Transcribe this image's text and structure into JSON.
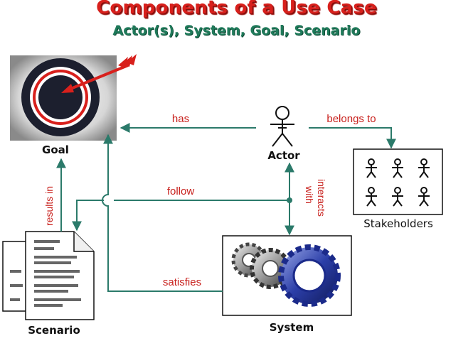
{
  "title": "Components of a Use Case",
  "subtitle": "Actor(s), System, Goal, Scenario",
  "nodes": {
    "goal": "Goal",
    "actor": "Actor",
    "stakeholders": "Stakeholders",
    "scenario": "Scenario",
    "system": "System"
  },
  "relations": {
    "has": "has",
    "belongs_to": "belongs to",
    "results_in": "results in",
    "follow": "follow",
    "interacts_with_1": "interacts",
    "interacts_with_2": "with",
    "satisfies": "satisfies"
  },
  "colors": {
    "title": "#d8201c",
    "subtitle": "#1f7a5a",
    "arrow": "#2b7a6a",
    "relation_label": "#c8201c",
    "gear_dark": "#1b2a8a",
    "gear_grey": "#6a6a6a"
  }
}
